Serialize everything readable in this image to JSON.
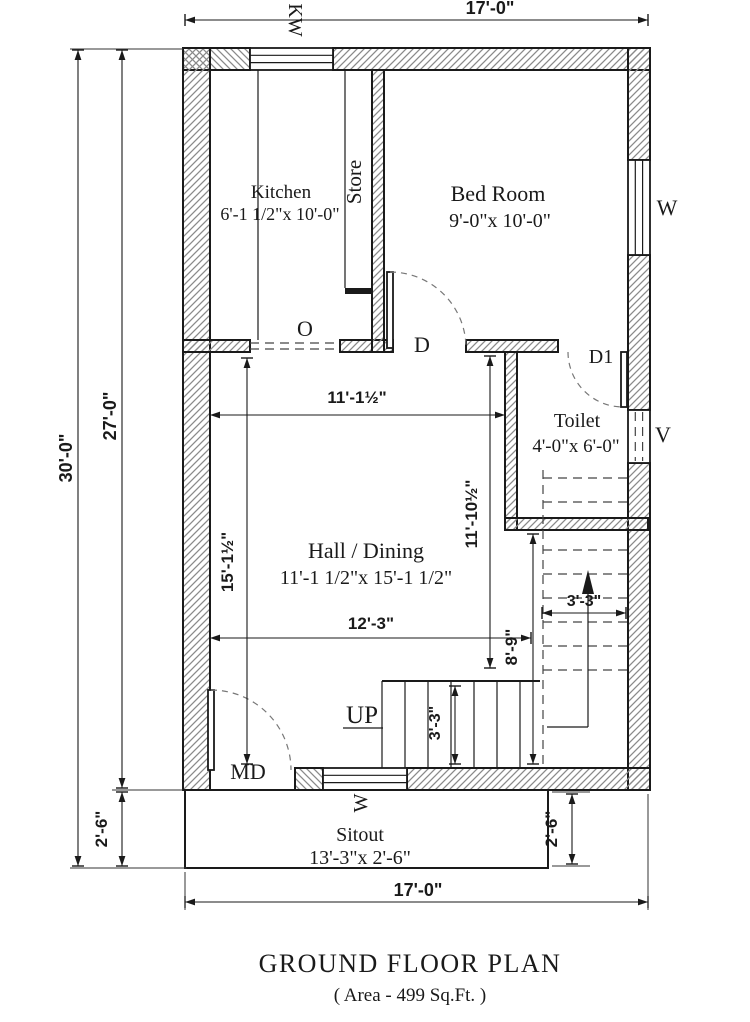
{
  "drawing": {
    "title": "GROUND FLOOR PLAN",
    "subtitle": "( Area - 499 Sq.Ft. )"
  },
  "rooms": {
    "kitchen": {
      "name": "Kitchen",
      "size": "6'-1 1/2\"x 10'-0\""
    },
    "store": {
      "name": "Store"
    },
    "bedroom": {
      "name": "Bed Room",
      "size": "9'-0\"x 10'-0\""
    },
    "toilet": {
      "name": "Toilet",
      "size": "4'-0\"x 6'-0\""
    },
    "hall": {
      "name": "Hall / Dining",
      "size": "11'-1 1/2\"x 15'-1 1/2\""
    },
    "sitout": {
      "name": "Sitout",
      "size": "13'-3\"x 2'-6\""
    }
  },
  "openings": {
    "kitchen_window": "KW",
    "bedroom_window": "W",
    "ventilator": "V",
    "bedroom_door": "D",
    "toilet_door": "D1",
    "kitchen_opening": "O",
    "main_door": "MD",
    "sitout_window": "W",
    "stair_direction": "UP"
  },
  "dimensions": {
    "top_width": "17'-0\"",
    "bottom_width": "17'-0\"",
    "total_depth": "30'-0\"",
    "main_depth": "27'-0\"",
    "sitout_depth_left": "2'-6\"",
    "sitout_depth_right": "2'-6\"",
    "hall_width": "11'-1½\"",
    "hall_depth": "15'-1½\"",
    "stair_zone_depth": "11'-10½\"",
    "stair_flight_run": "8'-9\"",
    "stair_width_upper": "3'-3\"",
    "stair_width_lower": "3'-3\"",
    "hall_clear_width": "12'-3\""
  },
  "colors": {
    "ink": "#1a1a1a",
    "background": "#ffffff"
  }
}
